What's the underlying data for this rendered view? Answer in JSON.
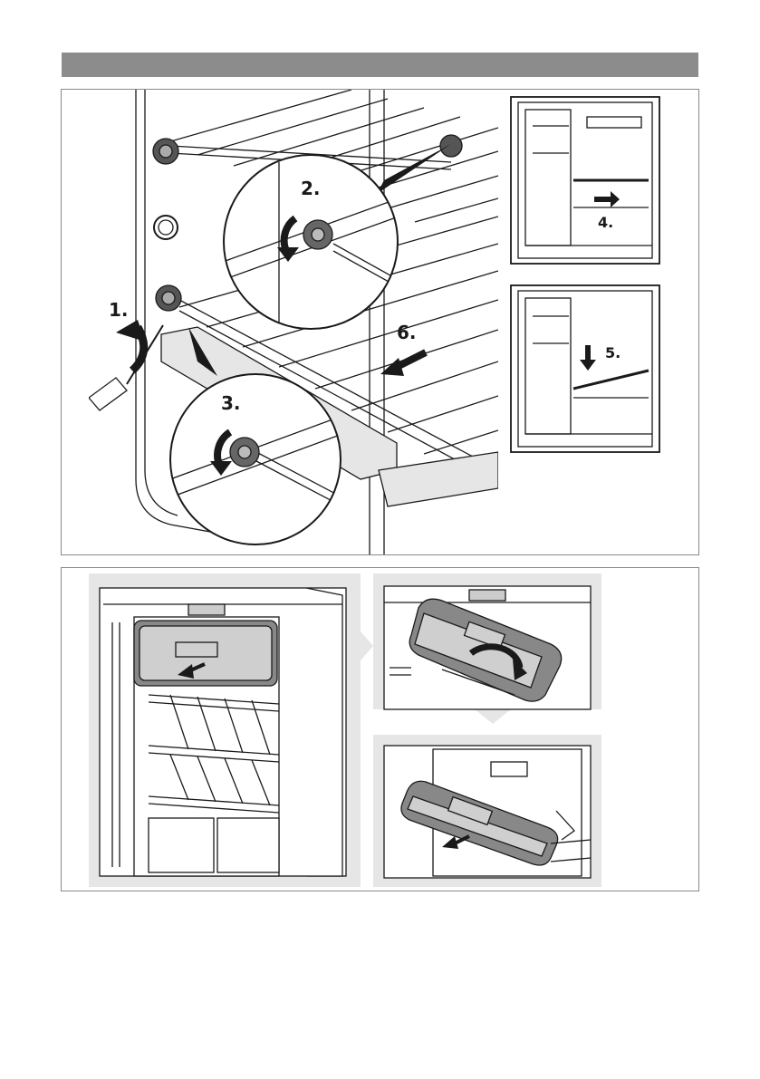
{
  "header": {
    "title": ""
  },
  "figure1": {
    "steps": {
      "s1": "1.",
      "s2": "2.",
      "s3": "3.",
      "s4": "4.",
      "s5": "5.",
      "s6": "6."
    }
  },
  "colors": {
    "header_bar": "#8c8c8c",
    "panel_gray": "#e6e6e6",
    "line": "#1a1a1a",
    "frame": "#8a8a8a"
  }
}
